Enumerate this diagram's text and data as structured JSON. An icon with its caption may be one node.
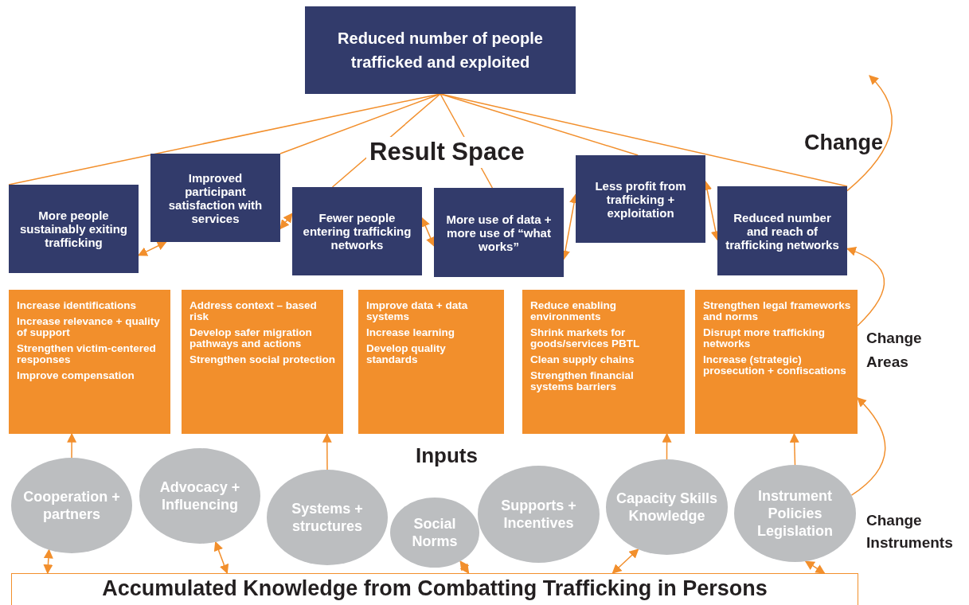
{
  "diagram": {
    "nodes": [
      {
        "text": [
          "Reduced number of people trafficked and exploited"
        ]
      },
      {
        "text": [
          "More people sustainably exiting trafficking"
        ]
      },
      {
        "text": [
          "Improved participant satisfaction with services"
        ]
      },
      {
        "text": [
          "Fewer people entering trafficking networks"
        ]
      },
      {
        "text": [
          "More use of data + more use of “what works”"
        ]
      },
      {
        "text": [
          "Less profit from trafficking + exploitation"
        ]
      },
      {
        "text": [
          "Reduced number and reach of trafficking networks"
        ]
      },
      {
        "text": [
          "Increase identifications",
          "Increase relevance + quality of support",
          "Strengthen victim-centered responses",
          "Improve compensation"
        ]
      },
      {
        "text": [
          "Address context – based risk",
          "Develop safer migration pathways and actions",
          "Strengthen social protection"
        ]
      },
      {
        "text": [
          "Improve data + data systems",
          "Increase learning",
          "Develop quality standards"
        ]
      },
      {
        "text": [
          "Reduce enabling environments",
          "Shrink markets for goods/services PBTL",
          "Clean supply chains",
          "Strengthen financial systems barriers"
        ]
      },
      {
        "text": [
          "Strengthen legal frameworks and norms",
          "Disrupt more trafficking networks",
          "Increase (strategic) prosecution + confiscations"
        ]
      },
      {
        "text": [
          "Cooperation + partners"
        ]
      },
      {
        "text": [
          "Advocacy + Influencing"
        ]
      },
      {
        "text": [
          "Systems + structures"
        ]
      },
      {
        "text": [
          "Social Norms"
        ]
      },
      {
        "text": [
          "Supports + Incentives"
        ]
      },
      {
        "text": [
          "Capacity Skills Knowledge"
        ]
      },
      {
        "text": [
          "Instrument Policies Legislation"
        ]
      },
      {
        "text": [
          "Accumulated Knowledge from Combatting Trafficking in Persons"
        ]
      }
    ],
    "edges": [
      {
        "from": 0,
        "to": 1,
        "arrow": "none"
      },
      {
        "from": 0,
        "to": 2,
        "arrow": "none"
      },
      {
        "from": 0,
        "to": 3,
        "arrow": "none"
      },
      {
        "from": 0,
        "to": 4,
        "arrow": "none"
      },
      {
        "from": 0,
        "to": 5,
        "arrow": "none"
      },
      {
        "from": 0,
        "to": 6,
        "arrow": "none"
      },
      {
        "from": 1,
        "to": 2,
        "arrow": "both"
      },
      {
        "from": 2,
        "to": 3,
        "arrow": "both"
      },
      {
        "from": 3,
        "to": 4,
        "arrow": "both"
      },
      {
        "from": 4,
        "to": 5,
        "arrow": "both"
      },
      {
        "from": 5,
        "to": 6,
        "arrow": "both"
      },
      {
        "from": 12,
        "to": 7,
        "arrow": "to"
      },
      {
        "from": 14,
        "to": 8,
        "arrow": "to"
      },
      {
        "from": 17,
        "to": 10,
        "arrow": "to"
      },
      {
        "from": 18,
        "to": 11,
        "arrow": "to"
      },
      {
        "from": 12,
        "to": 19,
        "arrow": "both"
      },
      {
        "from": 13,
        "to": 19,
        "arrow": "both"
      },
      {
        "from": 15,
        "to": 19,
        "arrow": "both"
      },
      {
        "from": 17,
        "to": 19,
        "arrow": "both"
      },
      {
        "from": 18,
        "to": 19,
        "arrow": "both"
      },
      {
        "from": 6,
        "to": null,
        "arrow": "to"
      },
      {
        "from": 11,
        "to": 6,
        "arrow": "to"
      },
      {
        "from": 18,
        "to": 11,
        "arrow": "to"
      }
    ],
    "labels": [
      "Result Space",
      "Change",
      "Change Areas",
      "Inputs",
      "Change Instruments"
    ]
  }
}
